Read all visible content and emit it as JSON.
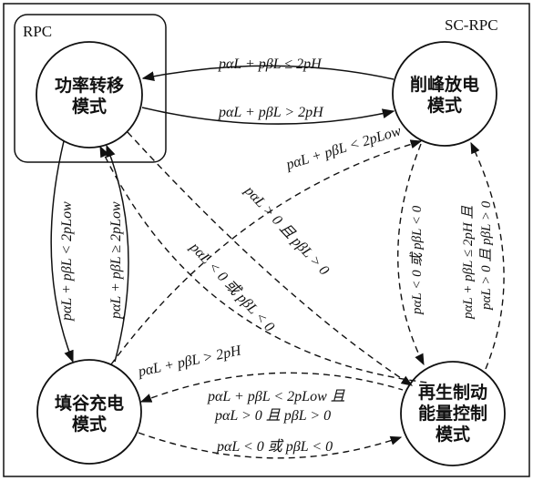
{
  "groups": {
    "rpc": "RPC",
    "sc_rpc": "SC-RPC"
  },
  "nodes": {
    "power_transfer": [
      "功率转移",
      "模式"
    ],
    "peak_discharge": [
      "削峰放电",
      "模式"
    ],
    "valley_charge": [
      "填谷充电",
      "模式"
    ],
    "regen_control": [
      "再生制动",
      "能量控制",
      "模式"
    ]
  },
  "edges": {
    "e1": "pαL + pβL ≤ 2pH",
    "e2": "pαL + pβL > 2pH",
    "e3": "pαL + pβL < 2pLow",
    "e4": "pαL + pβL < 2pLow",
    "e5": "pαL + pβL ≥ 2pLow",
    "e6": "pαL > 0 且 pβL > 0",
    "e7": "pαL < 0 或 pβL < 0",
    "e8": "pαL + pβL > 2pH",
    "e9": "pαL < 0 或 pβL < 0",
    "e10a": "pαL + pβL ≤ 2pH 且",
    "e10b": "pαL > 0 且 pβL > 0",
    "e11a": "pαL + pβL < 2pLow 且",
    "e11b": "pαL > 0 且 pβL > 0",
    "e12": "pαL < 0 或 pβL < 0"
  }
}
